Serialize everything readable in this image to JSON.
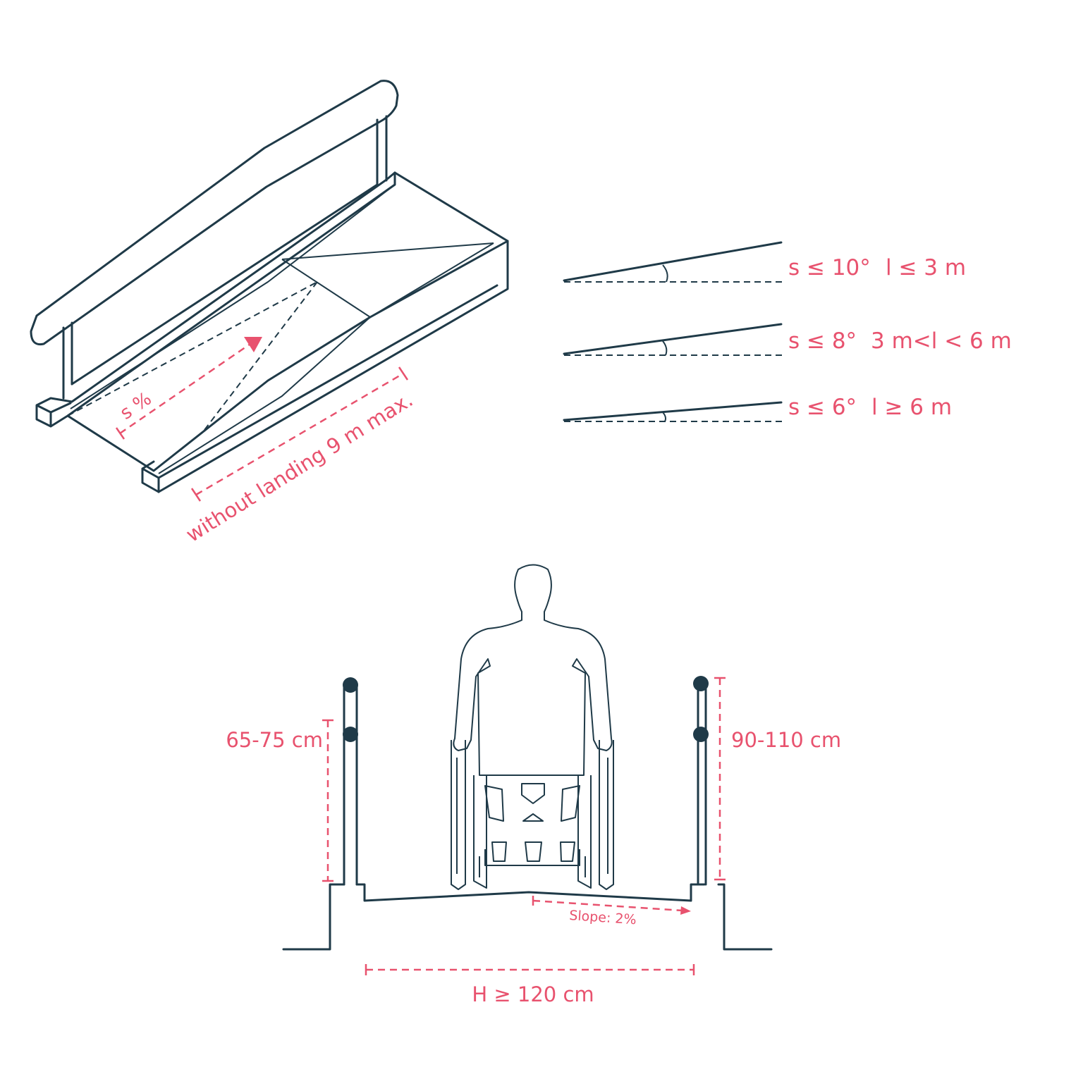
{
  "colors": {
    "accent": "#e8526e",
    "line": "#1f3a48",
    "background": "#ffffff"
  },
  "ramp_view": {
    "slope_label": "s %",
    "length_label": "without landing 9 m max."
  },
  "slope_rules": [
    {
      "slope": "s ≤ 10°",
      "length": "l ≤ 3 m"
    },
    {
      "slope": "s ≤ 8°",
      "length": "3 m<l < 6 m"
    },
    {
      "slope": "s ≤ 6°",
      "length": "l ≥ 6 m"
    }
  ],
  "section_view": {
    "left_height": "65-75 cm",
    "right_height": "90-110 cm",
    "cross_slope": "Slope: 2%",
    "width": "H ≥ 120 cm"
  }
}
